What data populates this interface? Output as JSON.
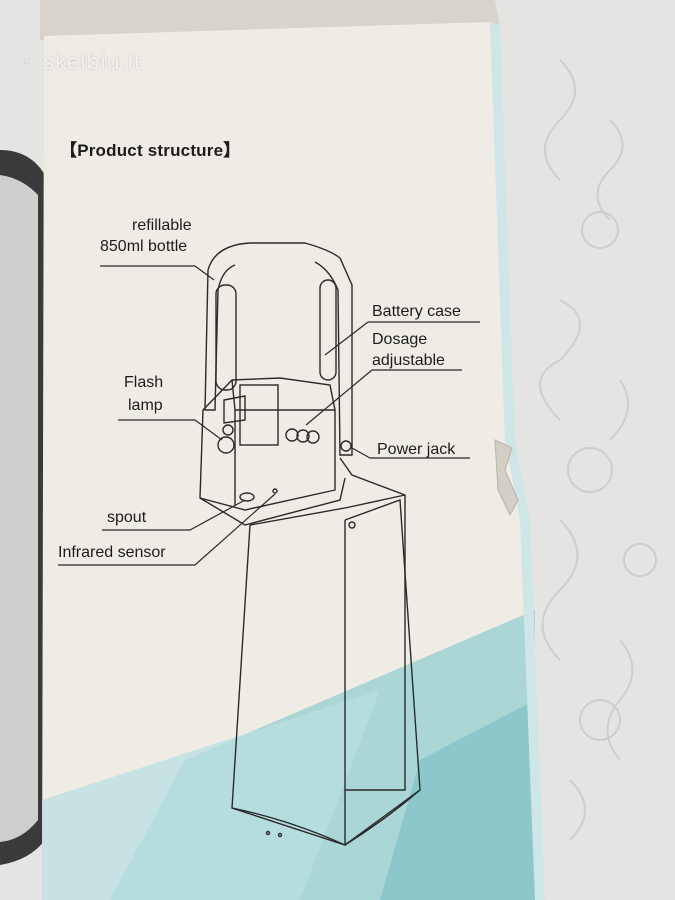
{
  "watermark": {
    "text": "skelbiu.lt",
    "icon": "dots-logo-icon"
  },
  "box": {
    "title": "【Product structure】",
    "labels": {
      "bottle_line1": "refillable",
      "bottle_line2": "850ml bottle",
      "battery": "Battery case",
      "dosage_line1": "Dosage",
      "dosage_line2": "adjustable",
      "flash_line1": "Flash",
      "flash_line2": "lamp",
      "power": "Power jack",
      "spout": "spout",
      "sensor": "Infrared sensor"
    }
  },
  "colors": {
    "box_face": "#eeece5",
    "box_top": "#d9d6cf",
    "teal": "#8fcbce",
    "background_lace": "#e6e6e4",
    "outline": "#2a2a2a"
  }
}
